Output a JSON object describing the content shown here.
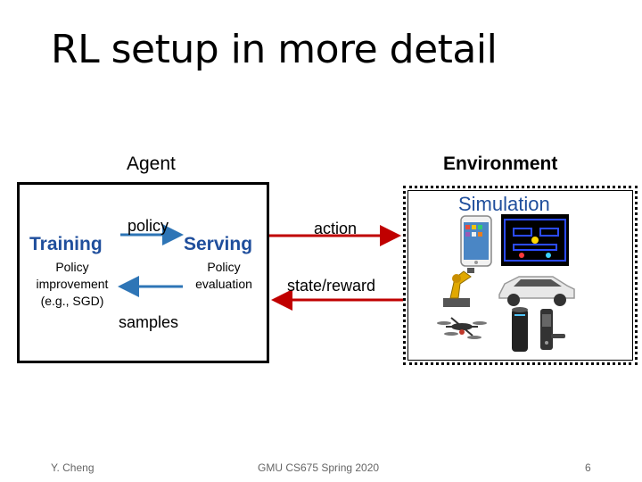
{
  "slide": {
    "title": "RL setup in more detail",
    "page_number": "6"
  },
  "diagram": {
    "agent_label": "Agent",
    "environment_label": "Environment",
    "simulation_label": "Simulation",
    "training": {
      "label": "Training",
      "description": "Policy improvement (e.g., SGD)"
    },
    "serving": {
      "label": "Serving",
      "description": "Policy evaluation"
    },
    "arrows": {
      "policy": "policy",
      "samples": "samples",
      "action": "action",
      "state_reward": "state/reward"
    },
    "colors": {
      "blue_arrow": "#2e75b6",
      "red_arrow": "#c00000",
      "blue_text": "#1f4e9c"
    },
    "env_images": [
      "smartphone-icon",
      "pacman-game-icon",
      "robot-arm-icon",
      "car-icon",
      "drone-icon",
      "smart-speaker-icon",
      "door-lock-icon"
    ]
  },
  "footer": {
    "author": "Y. Cheng",
    "course": "GMU CS675 Spring 2020"
  }
}
